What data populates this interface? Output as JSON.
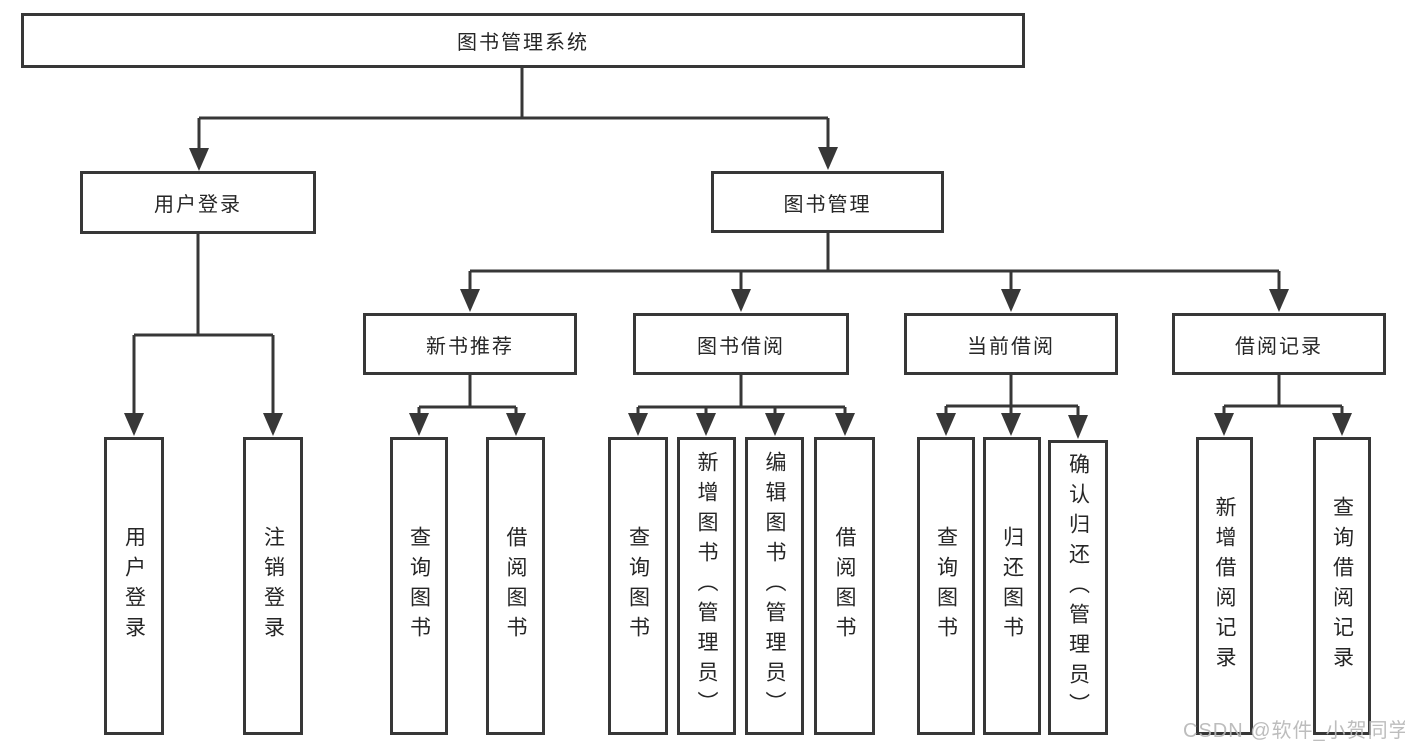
{
  "colors": {
    "line": "#373737",
    "text": "#262626",
    "background": "#ffffff",
    "watermark": "#b8b8b8"
  },
  "watermark": {
    "text": "CSDN @软件_小贺同学"
  },
  "tree": {
    "root": {
      "label": "图书管理系统",
      "children": [
        {
          "label": "用户登录",
          "children": [
            {
              "label": "用户登录"
            },
            {
              "label": "注销登录"
            }
          ]
        },
        {
          "label": "图书管理",
          "children": [
            {
              "label": "新书推荐",
              "children": [
                {
                  "label": "查询图书"
                },
                {
                  "label": "借阅图书"
                }
              ]
            },
            {
              "label": "图书借阅",
              "children": [
                {
                  "label": "查询图书"
                },
                {
                  "label": "新增图书（管理员）"
                },
                {
                  "label": "编辑图书（管理员）"
                },
                {
                  "label": "借阅图书"
                }
              ]
            },
            {
              "label": "当前借阅",
              "children": [
                {
                  "label": "查询图书"
                },
                {
                  "label": "归还图书"
                },
                {
                  "label": "确认归还（管理员）"
                }
              ]
            },
            {
              "label": "借阅记录",
              "children": [
                {
                  "label": "新增借阅记录"
                },
                {
                  "label": "查询借阅记录"
                }
              ]
            }
          ]
        }
      ]
    }
  }
}
